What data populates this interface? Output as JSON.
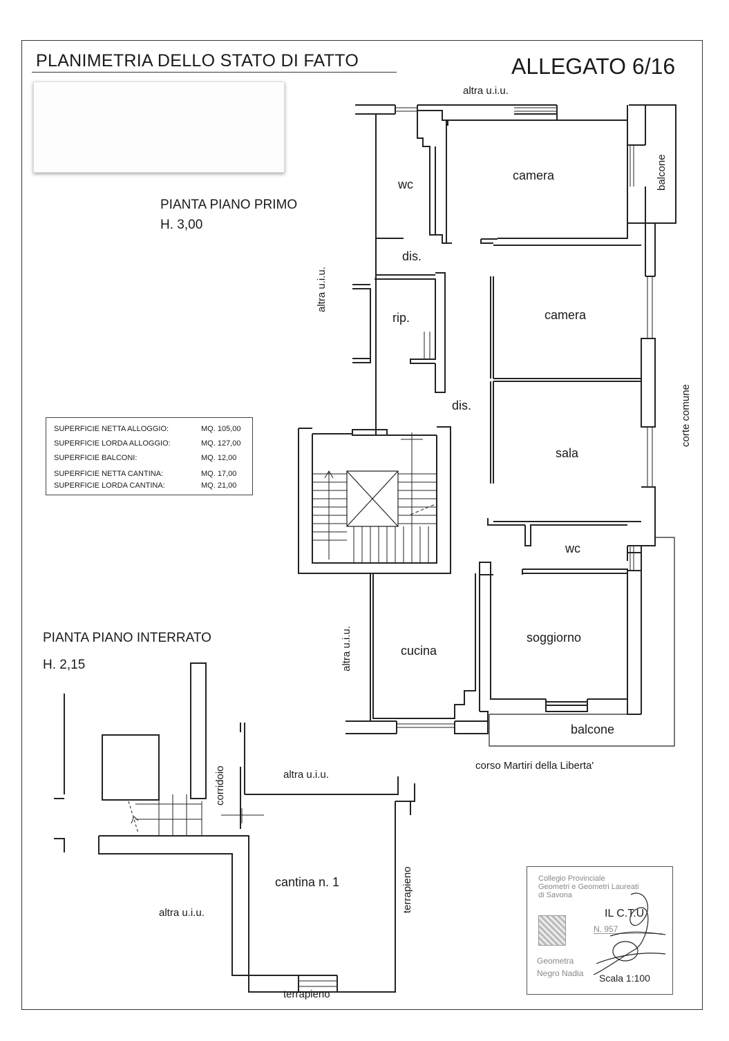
{
  "header": {
    "title": "PLANIMETRIA DELLO STATO DI FATTO",
    "annex": "ALLEGATO 6/16"
  },
  "first_floor": {
    "title": "PIANTA PIANO PRIMO",
    "height": "H. 3,00",
    "labels": {
      "altra_top": "altra u.i.u.",
      "altra_left": "altra u.i.u.",
      "altra_left_lower": "altra u.i.u.",
      "corte": "corte comune",
      "balcone_right": "balcone",
      "balcone_bottom": "balcone",
      "street": "corso Martiri della Liberta'"
    },
    "rooms": {
      "wc_top": "wc",
      "camera_1": "camera",
      "dis_1": "dis.",
      "rip": "rip.",
      "camera_2": "camera",
      "dis_2": "dis.",
      "sala": "sala",
      "wc_bottom": "wc",
      "cucina": "cucina",
      "soggiorno": "soggiorno"
    }
  },
  "surfaces": [
    {
      "label": "SUPERFICIE NETTA ALLOGGIO:",
      "value": "MQ. 105,00"
    },
    {
      "label": "SUPERFICIE LORDA ALLOGGIO:",
      "value": "MQ. 127,00"
    },
    {
      "label": "SUPERFICIE BALCONI:",
      "value": "MQ.   12,00"
    },
    {
      "label": "SUPERFICIE NETTA CANTINA:",
      "value": "MQ.   17,00"
    },
    {
      "label": "SUPERFICIE LORDA CANTINA:",
      "value": "MQ.   21,00"
    }
  ],
  "basement": {
    "title": "PIANTA PIANO INTERRATO",
    "height": "H. 2,15",
    "labels": {
      "corridoio": "corridoio",
      "altra_top": "altra u.i.u.",
      "altra_left": "altra u.i.u.",
      "terrapieno_right": "terrapieno",
      "terrapieno_bottom": "terrapieno"
    },
    "room": "cantina n. 1"
  },
  "stamp": {
    "lines": [
      "Collegio Provinciale",
      "Geometri e Geometri Laureati",
      "di Savona"
    ],
    "ctu": "IL C.T.U.",
    "number": "N. 957",
    "profession": "Geometra",
    "name": "Negro Nadia",
    "scale": "Scala 1:100"
  }
}
